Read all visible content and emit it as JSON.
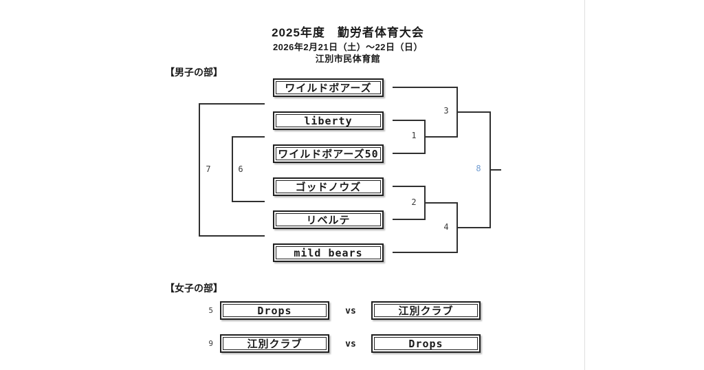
{
  "header": {
    "title": "2025年度　勤労者体育大会",
    "date_line": "2026年2月21日（土）～22日（日）",
    "venue": "江別市民体育館"
  },
  "mens": {
    "section_label": "【男子の部】",
    "teams": [
      "ワイルドボアーズ",
      "liberty",
      "ワイルドボアーズ50",
      "ゴッドノウズ",
      "リベルテ",
      "mild bears"
    ],
    "match_numbers": {
      "m1": "1",
      "m2": "2",
      "m3": "3",
      "m4": "4",
      "m6": "6",
      "m7": "7",
      "m8": "8"
    }
  },
  "womens": {
    "section_label": "【女子の部】",
    "matches": [
      {
        "no": "5",
        "left_team": "Drops",
        "vs_label": "vs",
        "right_team": "江別クラブ"
      },
      {
        "no": "9",
        "left_team": "江別クラブ",
        "vs_label": "vs",
        "right_team": "Drops"
      }
    ]
  },
  "colors": {
    "final_match_number": "#6f9bd1",
    "bracket_line": "#2f2f2f",
    "page_edge_line": "#dfdfdf"
  }
}
